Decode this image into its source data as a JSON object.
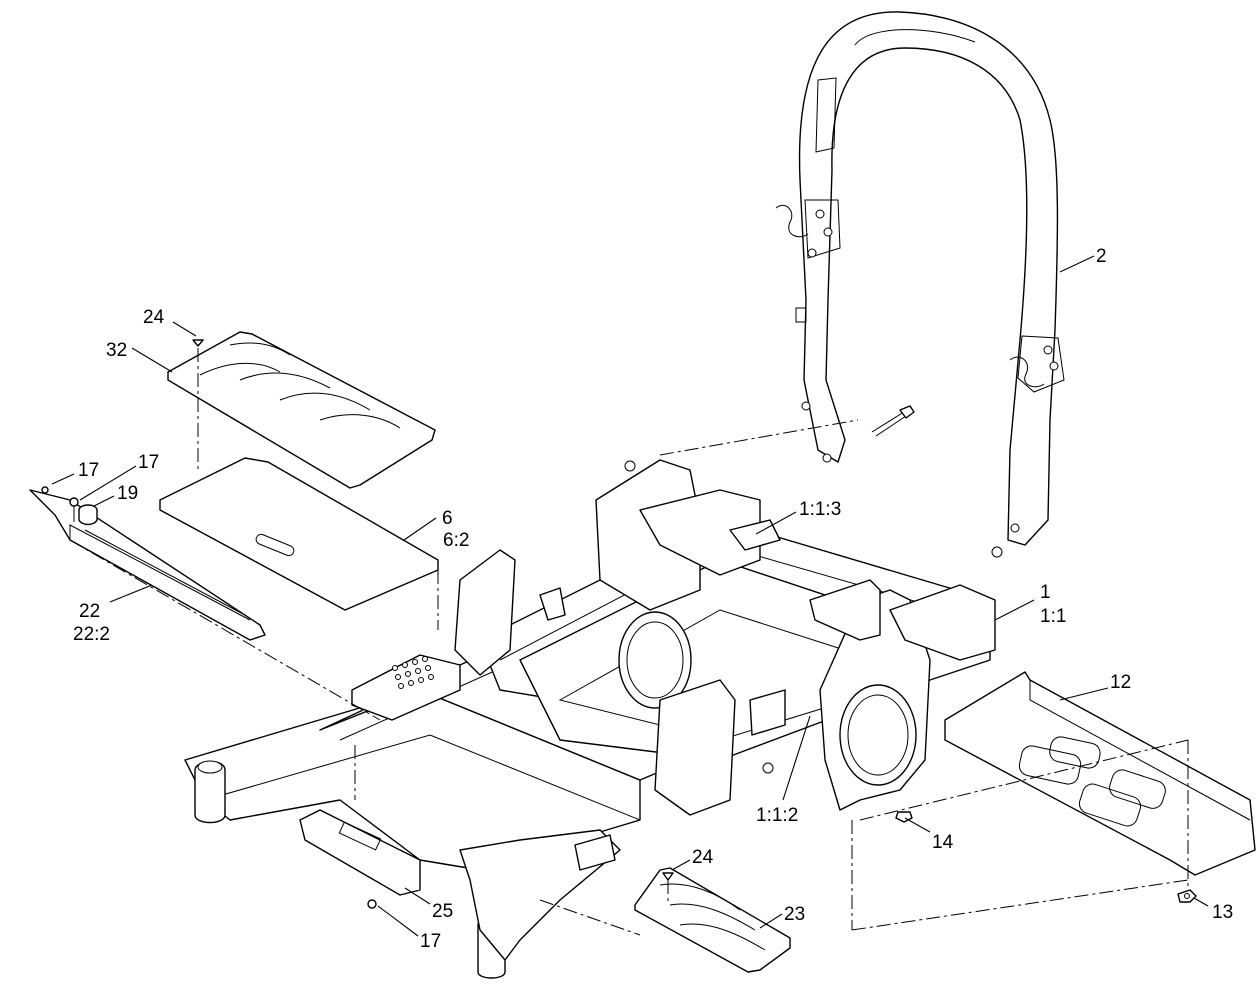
{
  "callouts": {
    "c2": "2",
    "c24a": "24",
    "c32": "32",
    "c17a": "17",
    "c17b": "17",
    "c19": "19",
    "c6": "6",
    "c6_2": "6:2",
    "c22": "22",
    "c22_2": "22:2",
    "c1_1_3": "1:1:3",
    "c1": "1",
    "c1_1": "1:1",
    "c12": "12",
    "c1_1_2": "1:1:2",
    "c14": "14",
    "c24b": "24",
    "c23": "23",
    "c25": "25",
    "c17c": "17",
    "c13": "13"
  }
}
